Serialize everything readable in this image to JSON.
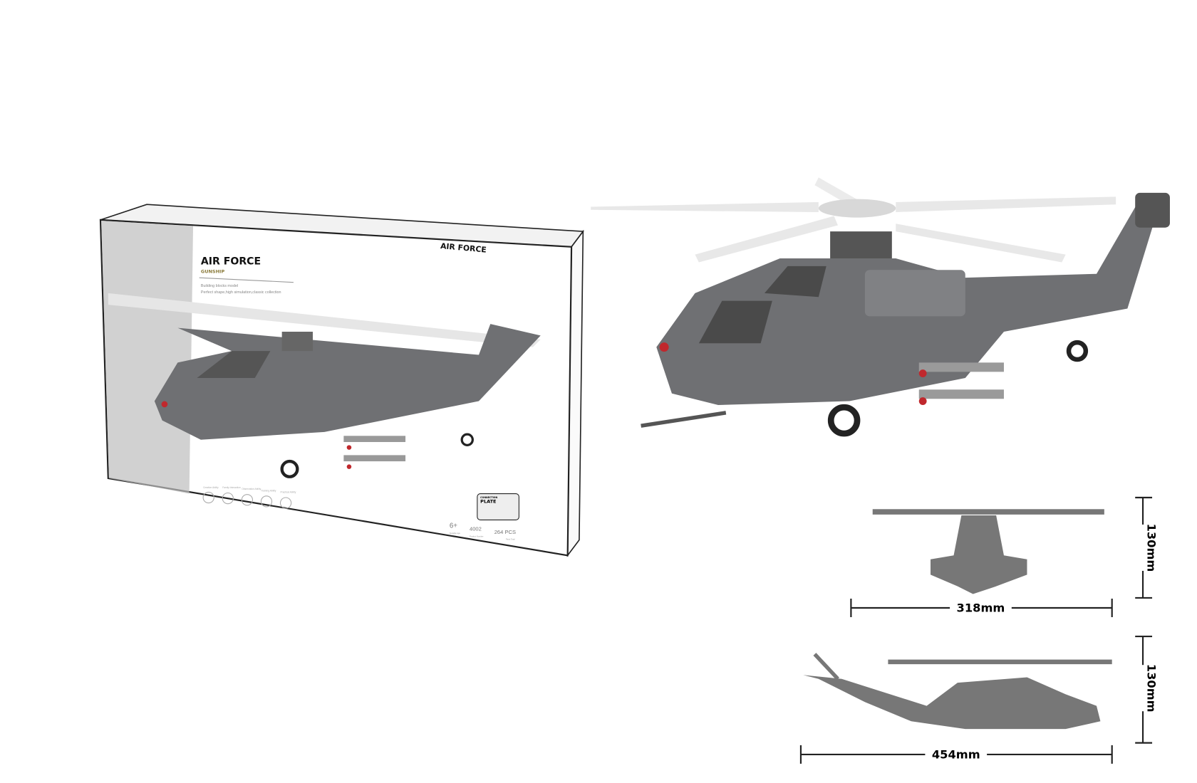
{
  "box": {
    "title": "AIR FORCE",
    "subtitle": "GUNSHIP",
    "line1": "Building blocks model",
    "line2": "Perfect shape,high simulation,classic collection",
    "top_title": "AIR FORCE",
    "abilities": [
      "Creative Ability",
      "Family Interaction",
      "Observation Ability",
      "Training Ability",
      "Practical Ability"
    ],
    "badge_small": "CONNECTION",
    "badge": "PLATE",
    "age": "6+",
    "age_label": "Suitable Age",
    "product_number": "4002",
    "product_number_label": "Product Number",
    "pieces": "264 PCS",
    "pieces_label": "Parts Total"
  },
  "dimensions": {
    "front_height": "130mm",
    "front_width": "318mm",
    "side_height": "130mm",
    "side_length": "454mm"
  },
  "colors": {
    "body": "#6f7073",
    "silhouette": "#777777",
    "accent_red": "#c0282d",
    "gunship_gold": "#8a7a3a"
  }
}
